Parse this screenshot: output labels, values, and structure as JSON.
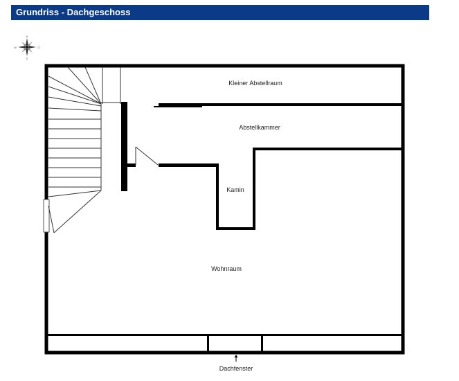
{
  "header": {
    "title": "Grundriss - Dachgeschoss"
  },
  "compass": {
    "icon": "compass-rose-icon",
    "letters": {
      "n": "N",
      "s": "S",
      "e": "O",
      "w": "W"
    }
  },
  "rooms": {
    "kleiner_abstellraum": "Kleiner Abstellraum",
    "abstellkammer": "Abstellkammer",
    "kamin": "Kamin",
    "wohnraum": "Wohnraum"
  },
  "window": {
    "label": "Dachfenster",
    "icon": "arrow-up-icon"
  },
  "colors": {
    "header_bg": "#0b3a86",
    "header_text": "#ffffff",
    "wall": "#000000"
  }
}
